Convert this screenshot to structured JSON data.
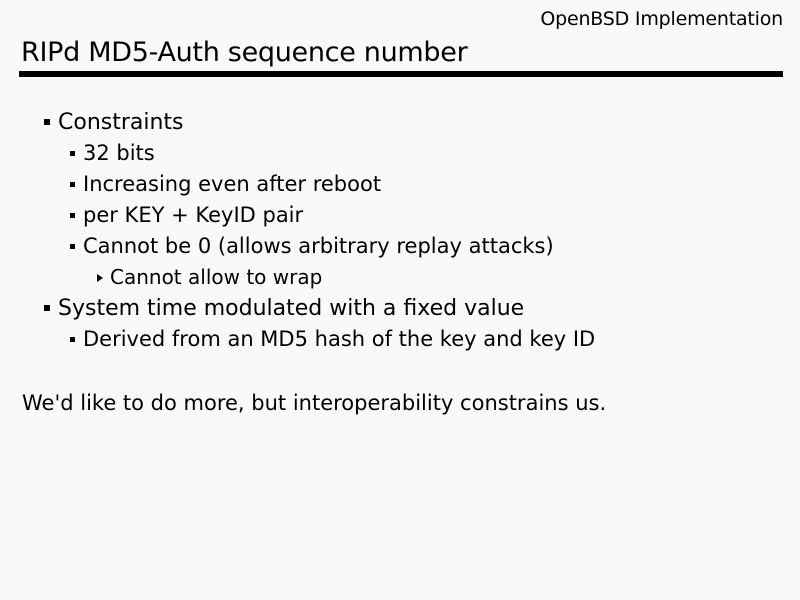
{
  "slide": {
    "header": "OpenBSD Implementation",
    "title": "RIPd MD5-Auth sequence number",
    "closing_note": "We'd like to do more, but interoperability constrains us.",
    "colors": {
      "background": "#f7faf8",
      "text": "#000000",
      "rule": "#000000"
    },
    "bullets": [
      {
        "level": 1,
        "marker": "square-bullet",
        "text": "Constraints"
      },
      {
        "level": 2,
        "marker": "small-square-bullet",
        "text": "32 bits"
      },
      {
        "level": 2,
        "marker": "small-square-bullet",
        "text": "Increasing even after reboot"
      },
      {
        "level": 2,
        "marker": "small-square-bullet",
        "text": "per KEY + KeyID pair"
      },
      {
        "level": 2,
        "marker": "small-square-bullet",
        "text": "Cannot be 0 (allows arbitrary replay attacks)"
      },
      {
        "level": 3,
        "marker": "triangle-bullet",
        "text": "Cannot allow to wrap"
      },
      {
        "level": 1,
        "marker": "square-bullet",
        "text": "System time modulated with a fixed value"
      },
      {
        "level": 2,
        "marker": "small-square-bullet",
        "text": "Derived from an MD5 hash of the key and key ID"
      }
    ]
  }
}
